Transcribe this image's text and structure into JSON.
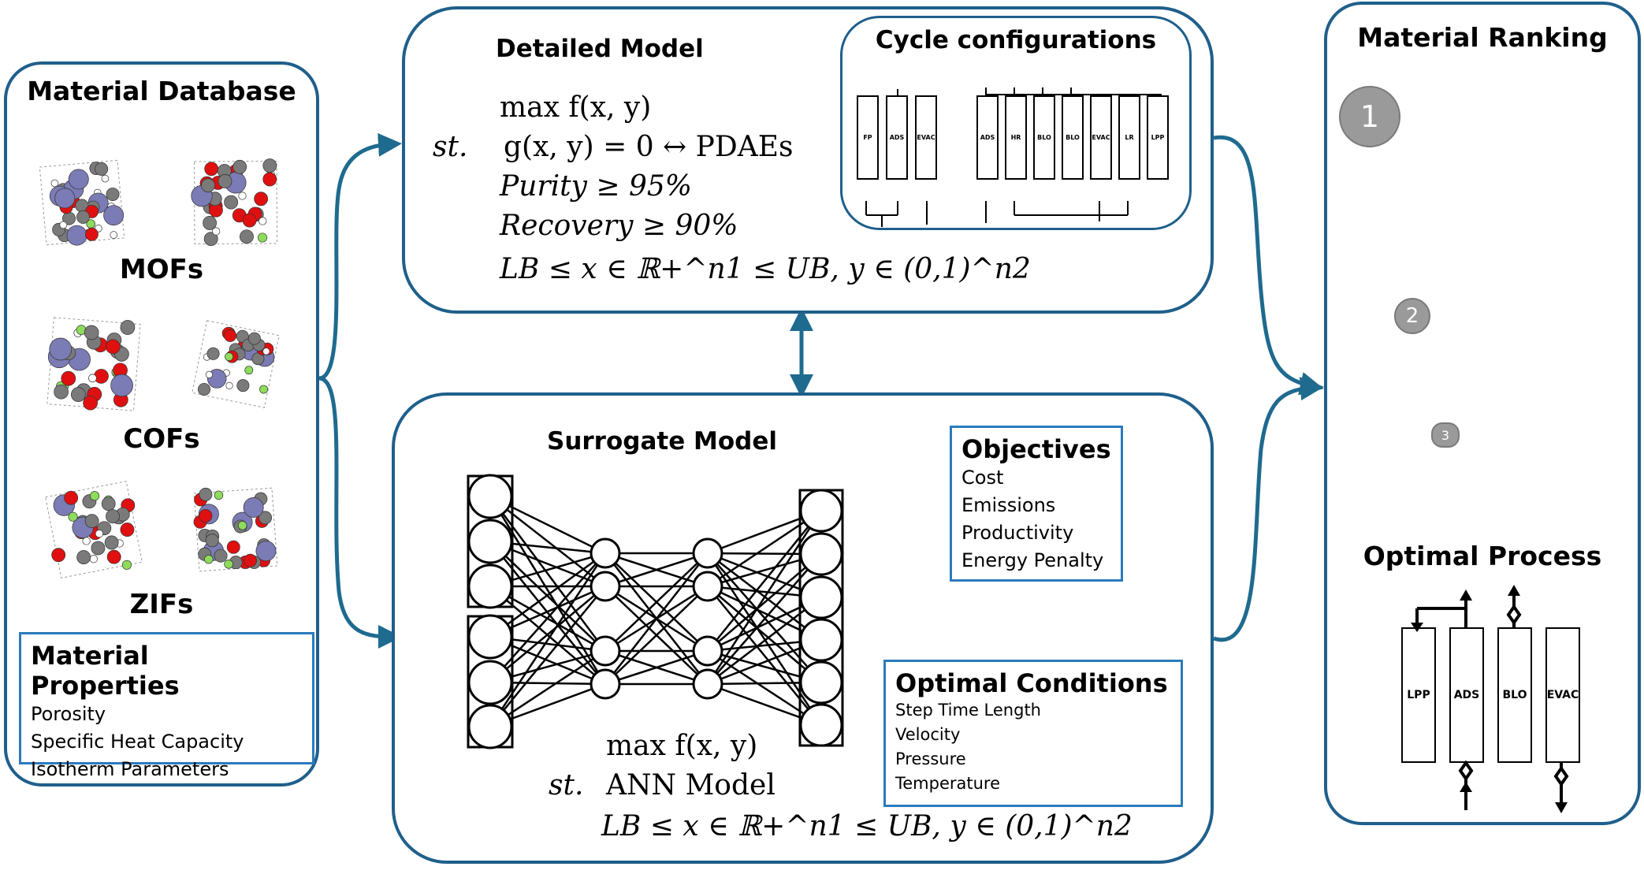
{
  "material_database": {
    "title": "Material Database",
    "classes": [
      "MOFs",
      "COFs",
      "ZIFs"
    ],
    "properties": {
      "title": "Material Properties",
      "items": [
        "Porosity",
        "Specific Heat Capacity",
        "Isotherm Parameters"
      ]
    }
  },
  "detailed_model": {
    "title": "Detailed Model",
    "objective": "max f(x, y)",
    "st": "st.",
    "constraints": [
      "g(x, y) = 0 ↔ PDAEs",
      "Purity ≥ 95%",
      "Recovery ≥ 90%",
      "LB ≤ x ∈ ℝ+^n1 ≤ UB, y ∈ (0,1)^n2"
    ],
    "cycle_configurations": {
      "title": "Cycle configurations",
      "config_a": [
        "FP",
        "ADS",
        "EVAC"
      ],
      "config_b": [
        "ADS",
        "HR",
        "BLO",
        "BLO",
        "EVAC",
        "LR",
        "LPP"
      ]
    }
  },
  "surrogate_model": {
    "title": "Surrogate Model",
    "objective": "max f(x, y)",
    "st": "st.",
    "constraints": [
      "ANN Model",
      "LB ≤ x ∈ ℝ+^n1 ≤ UB, y ∈ (0,1)^n2"
    ],
    "objectives_box": {
      "title": "Objectives",
      "items": [
        "Cost",
        "Emissions",
        "Productivity",
        "Energy Penalty"
      ]
    },
    "optimal_conditions_box": {
      "title": "Optimal Conditions",
      "items": [
        "Step Time Length",
        "Velocity",
        "Pressure",
        "Temperature"
      ]
    }
  },
  "material_ranking": {
    "title": "Material Ranking",
    "ranks": [
      "1",
      "2",
      "3"
    ],
    "optimal_process": {
      "title": "Optimal Process",
      "columns": [
        "LPP",
        "ADS",
        "BLO",
        "EVAC"
      ]
    }
  },
  "colors": {
    "panel_border": "#1f5f8b",
    "box_border": "#2b7bbd",
    "arrow": "#1f6a8f",
    "atom_red": "#e01010",
    "atom_gray": "#7a7a7a",
    "atom_purple": "#7b7bb5",
    "atom_green": "#8ddc5a"
  }
}
